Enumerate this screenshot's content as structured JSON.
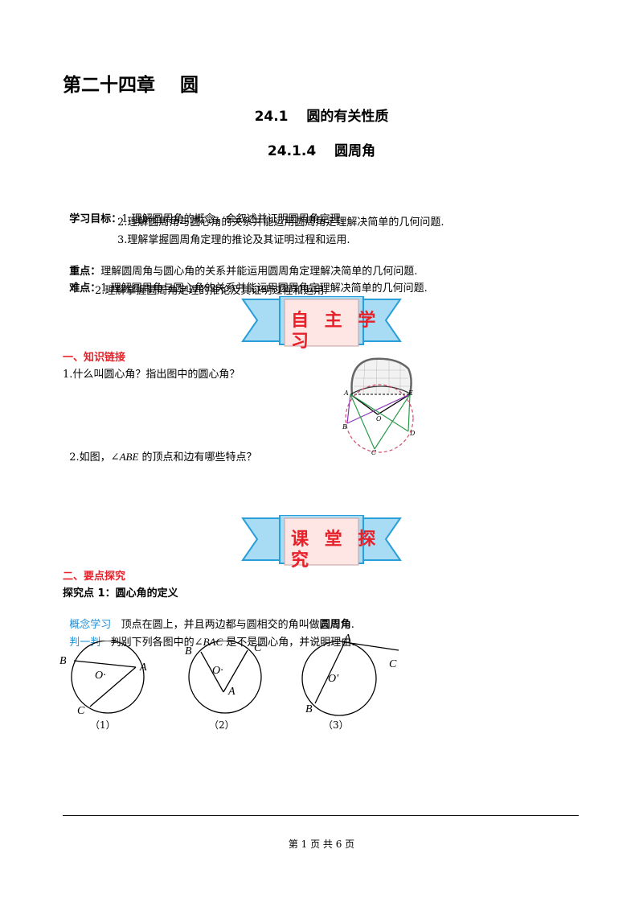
{
  "header": {
    "chapter": "第二十四章　 圆",
    "section": "24.1　 圆的有关性质",
    "subsection": "24.1.4　 圆周角"
  },
  "objectives": {
    "label": "学习目标：",
    "items": [
      "1.理解圆周角的概念，会叙述并证明圆周角定理.",
      "2.理解圆周角与圆心角的关系并能运用圆周角定理解决简单的几何问题.",
      "3.理解掌握圆周角定理的推论及其证明过程和运用."
    ]
  },
  "key_point": {
    "label": "重点：",
    "text": "理解圆周角与圆心角的关系并能运用圆周角定理解决简单的几何问题."
  },
  "difficulty": {
    "label": "难点：",
    "items": [
      "1.理解圆周角与圆心角的关系并能运用圆周角定理解决简单的几何问题.",
      "2.理解掌握圆周角定理的推论及其证明过程和运用."
    ]
  },
  "banner1": {
    "text_line1": "自 主 学",
    "text_line2": "习"
  },
  "section1": {
    "title": "一、知识链接",
    "q1": "1.什么叫圆心角？指出图中的圆心角？",
    "q2_prefix": "2.如图，∠",
    "q2_var": "ABE",
    "q2_suffix": " 的顶点和边有哪些特点？"
  },
  "figure_top": {
    "labels": [
      "A",
      "E",
      "O",
      "B",
      "D",
      "C"
    ]
  },
  "banner2": {
    "text_line1": "课 堂 探",
    "text_line2": "究"
  },
  "section2": {
    "title": "二、要点探究",
    "subtitle": "探究点 1：圆心角的定义",
    "concept_label": "概念学习",
    "concept_text": "   顶点在圆上，并且两边都与圆相交的角叫做",
    "concept_term": "圆周角",
    "concept_end": ".",
    "judge_label": "判一判",
    "judge_text_prefix": "   判别下列各图中的∠",
    "judge_var": "BAC",
    "judge_text_suffix": " 是不是圆心角，并说明理由."
  },
  "figures": [
    {
      "caption": "（1）",
      "labels": {
        "A": "A",
        "B": "B",
        "C": "C",
        "O": "O·"
      }
    },
    {
      "caption": "（2）",
      "labels": {
        "A": "A",
        "B": "B",
        "C": "C",
        "O": "O·"
      }
    },
    {
      "caption": "（3）",
      "labels": {
        "A": "A",
        "B": "B",
        "C": "C",
        "O": "O'"
      }
    }
  ],
  "footer": {
    "text": "第 1 页 共 6 页"
  },
  "colors": {
    "red": "#e8202a",
    "blue": "#1e8fd6",
    "banner_fill": "#a8dcf4",
    "banner_stroke": "#2a9ed8"
  }
}
